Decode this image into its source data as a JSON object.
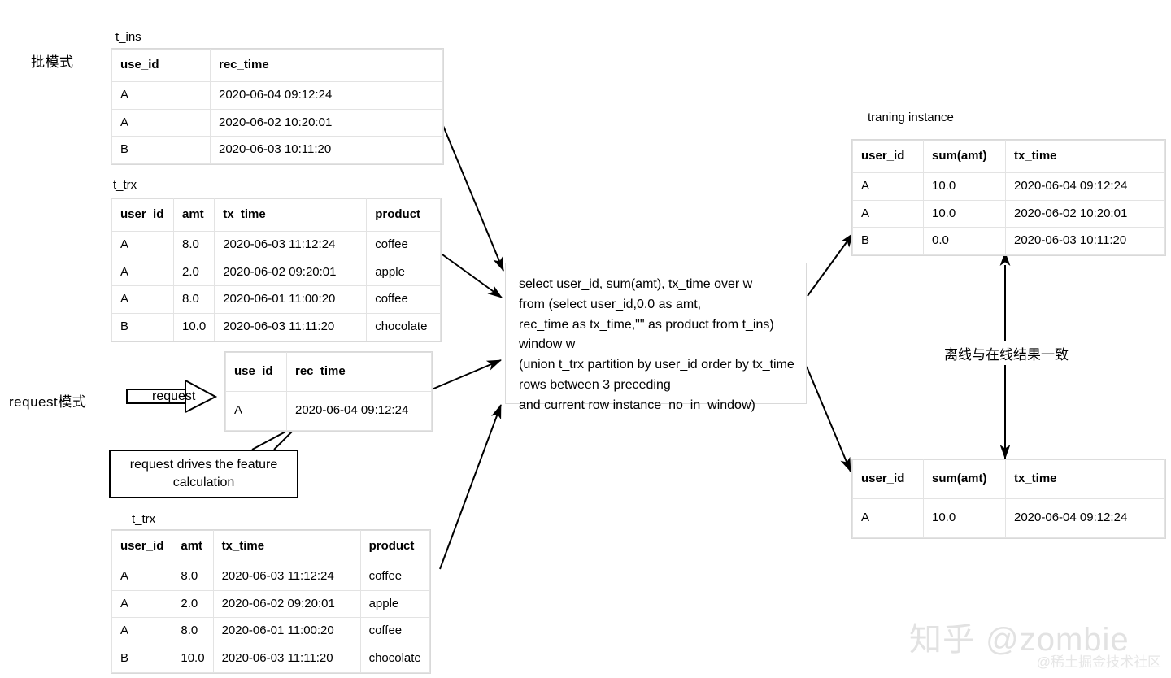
{
  "diagram": {
    "title": "Batch mode vs request mode feature computation",
    "modes": {
      "batch_label": "批模式",
      "request_label": "request模式"
    },
    "captions": {
      "t_ins": "t_ins",
      "t_trx_top": "t_trx",
      "t_trx_bottom": "t_trx",
      "training_instance": "traning instance"
    },
    "t_ins": {
      "columns": [
        "use_id",
        "rec_time"
      ],
      "rows": [
        [
          "A",
          "2020-06-04 09:12:24"
        ],
        [
          "A",
          "2020-06-02 10:20:01"
        ],
        [
          "B",
          "2020-06-03 10:11:20"
        ]
      ]
    },
    "t_trx_top": {
      "columns": [
        "user_id",
        "amt",
        "tx_time",
        "product"
      ],
      "rows": [
        [
          "A",
          "8.0",
          "2020-06-03 11:12:24",
          "coffee"
        ],
        [
          "A",
          "2.0",
          "2020-06-02 09:20:01",
          "apple"
        ],
        [
          "A",
          "8.0",
          "2020-06-01 11:00:20",
          "coffee"
        ],
        [
          "B",
          "10.0",
          "2020-06-03 11:11:20",
          "chocolate"
        ]
      ]
    },
    "request_table": {
      "columns": [
        "use_id",
        "rec_time"
      ],
      "rows": [
        [
          "A",
          "2020-06-04 09:12:24"
        ]
      ]
    },
    "t_trx_bottom": {
      "columns": [
        "user_id",
        "amt",
        "tx_time",
        "product"
      ],
      "rows": [
        [
          "A",
          "8.0",
          "2020-06-03 11:12:24",
          "coffee"
        ],
        [
          "A",
          "2.0",
          "2020-06-02 09:20:01",
          "apple"
        ],
        [
          "A",
          "8.0",
          "2020-06-01 11:00:20",
          "coffee"
        ],
        [
          "B",
          "10.0",
          "2020-06-03 11:11:20",
          "chocolate"
        ]
      ]
    },
    "training_instance": {
      "columns": [
        "user_id",
        "sum(amt)",
        "tx_time"
      ],
      "rows": [
        [
          "A",
          "10.0",
          "2020-06-04 09:12:24"
        ],
        [
          "A",
          "10.0",
          "2020-06-02 10:20:01"
        ],
        [
          "B",
          "0.0",
          "2020-06-03 10:11:20"
        ]
      ]
    },
    "online_result": {
      "columns": [
        "user_id",
        "sum(amt)",
        "tx_time"
      ],
      "rows": [
        [
          "A",
          "10.0",
          "2020-06-04 09:12:24"
        ]
      ]
    },
    "sql": "select user_id, sum(amt), tx_time over w\nfrom (select user_id,0.0 as amt,\nrec_time as tx_time,\"\" as product from t_ins)\nwindow w\n(union t_trx partition by user_id order by tx_time\nrows between 3 preceding\nand current row instance_no_in_window)",
    "request_arrow_label": "request",
    "callout_text": "request drives the feature calculation",
    "consistency_note": "离线与在线结果一致",
    "watermark": {
      "main": "知乎 @zombie",
      "sub": "@稀土掘金技术社区"
    },
    "colors": {
      "background": "#ffffff",
      "text": "#000000",
      "table_border": "#e3e3e3",
      "table_outline": "#d9d9d9",
      "arrow": "#000000",
      "watermark": "#e2e2e2"
    }
  }
}
